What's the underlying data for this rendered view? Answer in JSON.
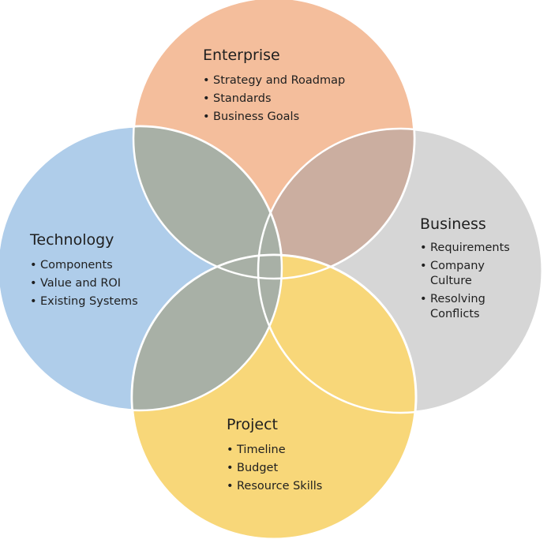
{
  "colors": {
    "enterprise": "#f4be9c",
    "technology": "#afcdea",
    "business": "#d6d6d6",
    "project": "#f8d779",
    "overlap_tech_enterprise": "#a8b0a6",
    "overlap_enterprise_business": "#cbaea0",
    "overlap_tech_project": "#a8b0a6"
  },
  "enterprise": {
    "title": "Enterprise",
    "items": [
      "Strategy and Roadmap",
      "Standards",
      "Business Goals"
    ]
  },
  "technology": {
    "title": "Technology",
    "items": [
      "Components",
      "Value and ROI",
      "Existing Systems"
    ]
  },
  "business": {
    "title": "Business",
    "items": [
      "Requirements",
      "Company Culture",
      "Resolving Conflicts"
    ]
  },
  "project": {
    "title": "Project",
    "items": [
      "Timeline",
      "Budget",
      "Resource Skills"
    ]
  }
}
